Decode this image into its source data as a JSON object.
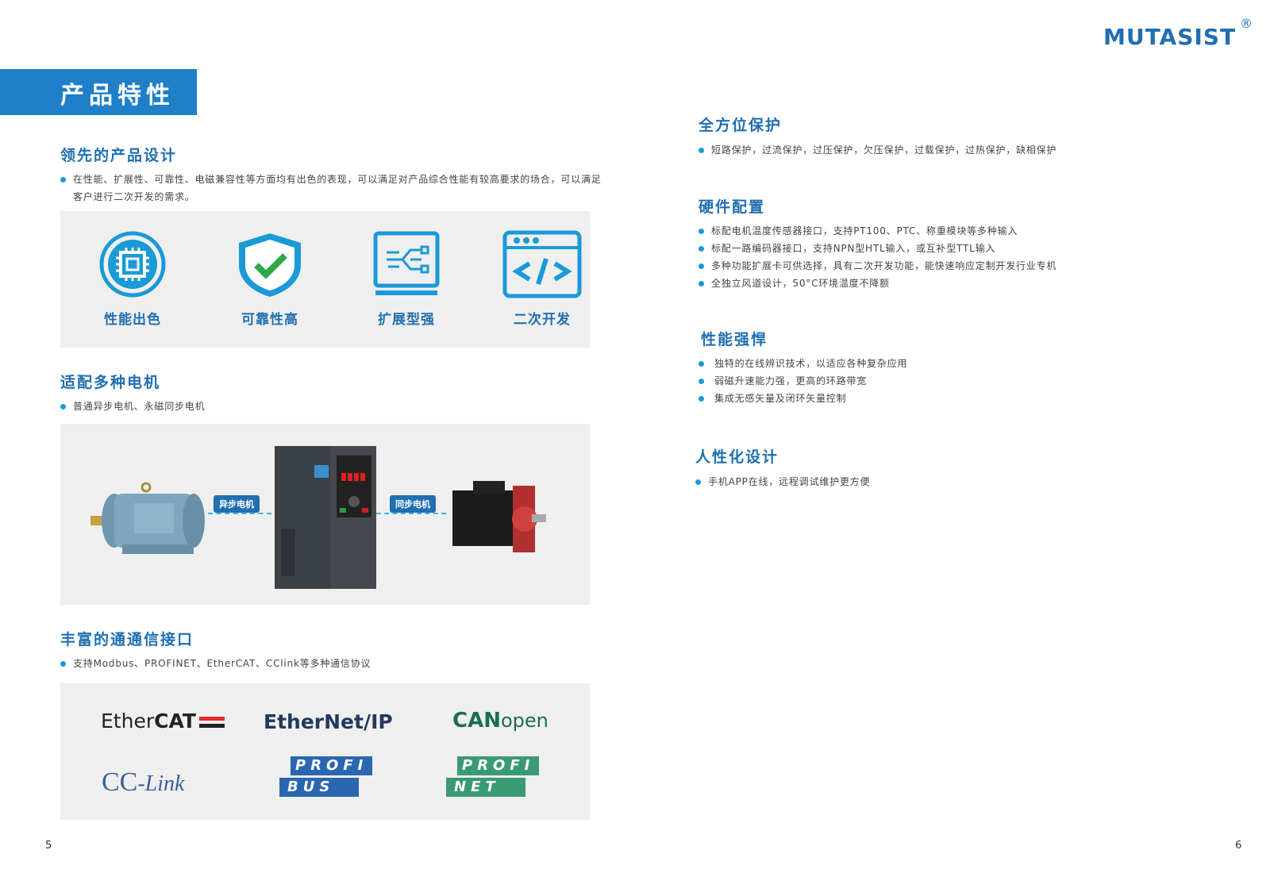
{
  "brand": {
    "name": "MUTASIST",
    "reg": "®"
  },
  "banner": "产品特性",
  "left": {
    "design": {
      "title": "领先的产品设计",
      "bullets": [
        "在性能、扩展性、可靠性、电磁兼容性等方面均有出色的表现，可以满足对产品综合性能有较高要求的场合，可以满足",
        "客户进行二次开发的需求。"
      ],
      "features": [
        {
          "label": "性能出色",
          "icon": "chip-icon"
        },
        {
          "label": "可靠性高",
          "icon": "shield-check-icon"
        },
        {
          "label": "扩展型强",
          "icon": "network-icon"
        },
        {
          "label": "二次开发",
          "icon": "code-window-icon"
        }
      ]
    },
    "motors": {
      "title": "适配多种电机",
      "bullet": "普通异步电机、永磁同步电机",
      "async_label": "异步电机",
      "sync_label": "同步电机"
    },
    "comm": {
      "title": "丰富的通通信接口",
      "bullet": "支持Modbus、PROFINET、EtherCAT、CClink等多种通信协议",
      "logos": {
        "ethercat_a": "Ether",
        "ethercat_b": "CAT",
        "ethernetip": "EtherNet/IP",
        "canopen_a": "CAN",
        "canopen_b": "open",
        "cclink_a": "CC",
        "cclink_b": "-Link",
        "profibus_top": "PROFI",
        "profibus_bottom": "BUS",
        "profinet_top": "PROFI",
        "profinet_bottom": "NET"
      }
    }
  },
  "right": {
    "protect": {
      "title": "全方位保护",
      "bullets": [
        "短路保护，过流保护，过压保护，欠压保护，过载保护，过热保护，缺相保护"
      ]
    },
    "hardware": {
      "title": "硬件配置",
      "bullets": [
        "标配电机温度传感器接口，支持PT100、PTC、称重模块等多种输入",
        "标配一路编码器接口，支持NPN型HTL输入，或互补型TTL输入",
        "多种功能扩展卡可供选择，具有二次开发功能，能快速响应定制开发行业专机",
        "全独立风道设计，50°C环境温度不降额"
      ]
    },
    "perf": {
      "title": "性能强悍",
      "bullets": [
        "独特的在线辨识技术，以适应各种复杂应用",
        "弱磁升速能力强，更高的环路带宽",
        "集成无感矢量及闭环矢量控制"
      ]
    },
    "human": {
      "title": "人性化设计",
      "bullets": [
        "手机APP在线，远程调试维护更方便"
      ]
    }
  },
  "pages": {
    "left": "5",
    "right": "6"
  }
}
